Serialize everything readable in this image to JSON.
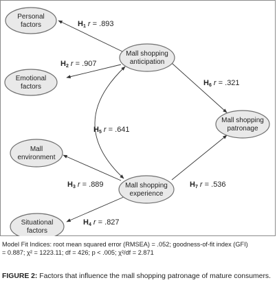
{
  "nodes": {
    "personal": [
      "Personal",
      "factors"
    ],
    "emotional": [
      "Emotional",
      "factors"
    ],
    "anticipation": [
      "Mall shopping",
      "anticipation"
    ],
    "patronage": [
      "Mall shopping",
      "patronage"
    ],
    "environment": [
      "Mall",
      "environment"
    ],
    "experience": [
      "Mall shopping",
      "experience"
    ],
    "situational": [
      "Situational",
      "factors"
    ]
  },
  "paths": [
    {
      "id": "h1",
      "h": "H",
      "num": "1",
      "r": "r",
      "value": "= .893"
    },
    {
      "id": "h2",
      "h": "H",
      "num": "2",
      "r": "r",
      "value": "= .907"
    },
    {
      "id": "h3",
      "h": "H",
      "num": "3",
      "r": "r",
      "value": "= .889"
    },
    {
      "id": "h4",
      "h": "H",
      "num": "4",
      "r": "r",
      "value": "= .827"
    },
    {
      "id": "h5",
      "h": "H",
      "num": "5",
      "r": "r",
      "value": "= .641"
    },
    {
      "id": "h6",
      "h": "H",
      "num": "6",
      "r": "r",
      "value": "= .321"
    },
    {
      "id": "h7",
      "h": "H",
      "num": "7",
      "r": "r",
      "value": "= .536"
    }
  ],
  "fit_note": {
    "line1": "Model Fit Indices: root mean squared error (RMSEA) = .052; goodness-of-fit index (GFI)",
    "line2": "= 0.887; χ² = 1223.11; df = 426; p < .005; χ²/df = 2.871"
  },
  "caption": {
    "label": "FIGURE 2:",
    "text": " Factors that influence the mall shopping patronage of mature consumers."
  },
  "colors": {
    "node_fill": "#e9e9e9",
    "node_stroke": "#6f6f6f",
    "edge": "#333333"
  }
}
